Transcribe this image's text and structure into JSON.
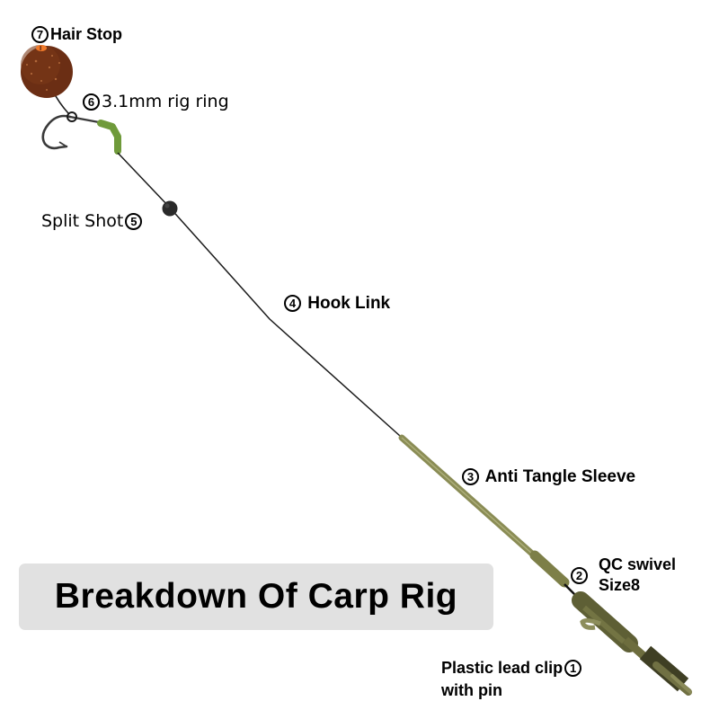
{
  "title": "Breakdown Of Carp Rig",
  "components": [
    {
      "number": "⑦",
      "digit": "7",
      "label": "Hair Stop"
    },
    {
      "number": "⑥",
      "digit": "6",
      "label": "3.1mm rig ring"
    },
    {
      "number": "⑤",
      "digit": "5",
      "label": "Split Shot"
    },
    {
      "number": "④",
      "digit": "4",
      "label": "Hook Link"
    },
    {
      "number": "③",
      "digit": "3",
      "label": "Anti Tangle Sleeve"
    },
    {
      "number": "②",
      "digit": "2",
      "label_line1": "QC swivel",
      "label_line2": "Size8"
    },
    {
      "number": "①",
      "digit": "1",
      "label_line1": "Plastic lead clip",
      "label_line2": "with pin"
    }
  ],
  "colors": {
    "boilie": "#6b2e14",
    "boilie_speckle": "#b0683a",
    "hair_stop": "#f07a2a",
    "hook": "#3a3a3a",
    "shrink_tube": "#6f9a3a",
    "line": "#1a1a1a",
    "split_shot": "#2a2a2a",
    "sleeve": "#8a8c55",
    "clip": "#6d6d3e",
    "title_bg": "#e1e1e1"
  }
}
